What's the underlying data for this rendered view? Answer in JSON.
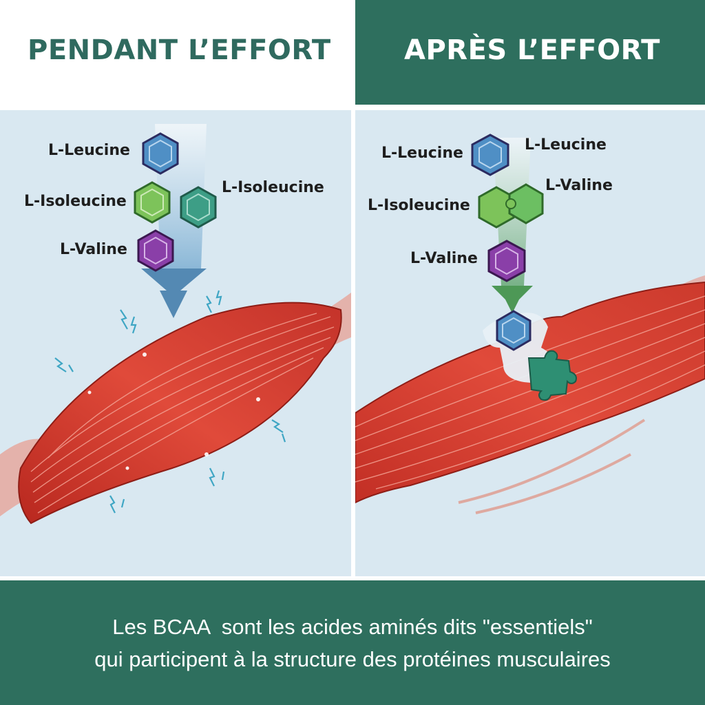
{
  "headers": {
    "left": "PENDANT L’EFFORT",
    "right": "APRÈS L’EFFORT"
  },
  "left_panel": {
    "labels": {
      "leucine": "L-Leucine",
      "isoleucine": "L-Isoleucine",
      "isoleucine_right": "L-Isoleucine",
      "valine": "L-Valine"
    }
  },
  "right_panel": {
    "labels": {
      "leucine": "L-Leucine",
      "leucine_right": "L-Leucine",
      "isoleucine": "L-Isoleucine",
      "valine_right": "L-Valine",
      "valine": "L-Valine"
    }
  },
  "footer": {
    "line1": "Les BCAA  sont les acides aminés dits \"essentiels\"",
    "line2": "qui participent à la structure des protéines musculaires"
  },
  "colors": {
    "header_green": "#2e6f5e",
    "title_green": "#2f6a5f",
    "panel_bg": "#d9e8f1",
    "muscle_red": "#d93a2e",
    "leucine_blue": "#4f8fc5",
    "isoleucine_green": "#7dc35a",
    "isoleucine_teal": "#3d9e86",
    "valine_purple": "#8a3fa8",
    "puzzle_teal": "#2e8f73"
  }
}
